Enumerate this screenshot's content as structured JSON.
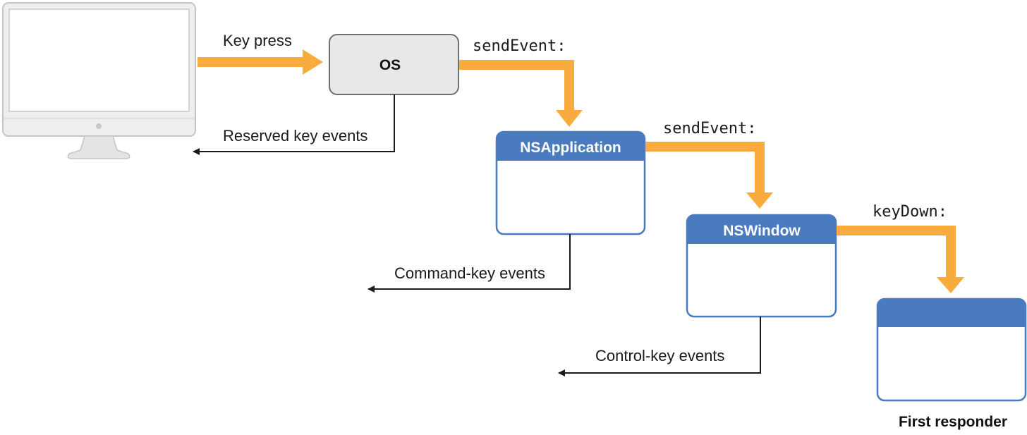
{
  "colors": {
    "event_flow_arrow": "#F9AC3D",
    "window_header": "#4A7BBE",
    "window_border": "#4A7BBE",
    "os_box_fill": "#E8E8E8",
    "os_box_border": "#707070",
    "consumed_event_arrow": "#1a1a1a"
  },
  "source": {
    "icon": "imac-computer-icon"
  },
  "nodes": {
    "os": {
      "label": "OS"
    },
    "nsapplication": {
      "label": "NSApplication"
    },
    "nswindow": {
      "label": "NSWindow"
    },
    "first_responder": {
      "label": "",
      "caption": "First responder"
    }
  },
  "flow_labels": {
    "key_press": "Key press",
    "os_to_app": "sendEvent:",
    "app_to_window": "sendEvent:",
    "window_to_responder": "keyDown:"
  },
  "consumed_events": {
    "os": "Reserved key events",
    "nsapplication": "Command-key events",
    "nswindow": "Control-key events"
  }
}
